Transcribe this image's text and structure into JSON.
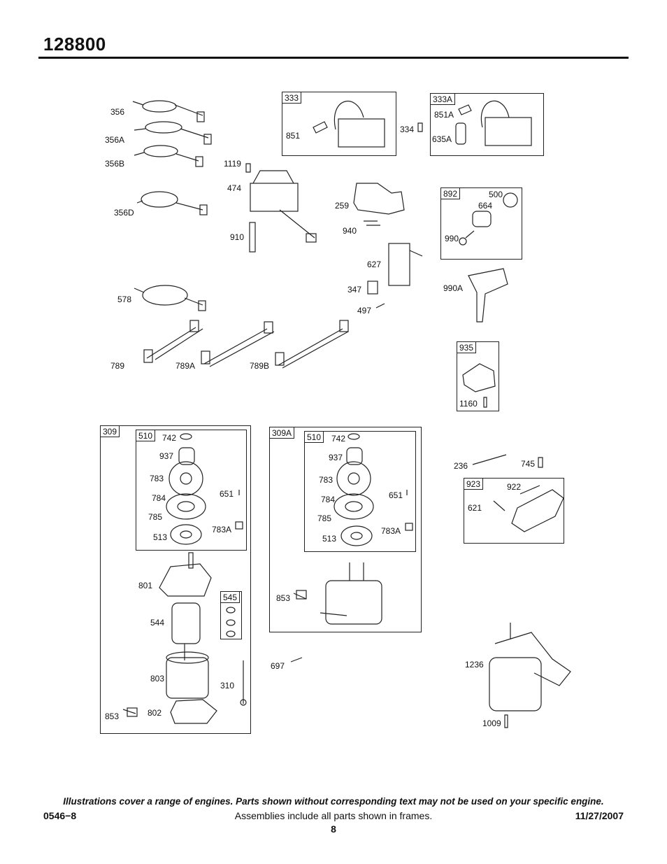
{
  "header": {
    "title": "128800"
  },
  "frames": [
    {
      "id": "f333",
      "label": "333"
    },
    {
      "id": "f333A",
      "label": "333A"
    },
    {
      "id": "f892",
      "label": "892"
    },
    {
      "id": "f935",
      "label": "935"
    },
    {
      "id": "f309",
      "label": "309"
    },
    {
      "id": "f510a",
      "label": "510"
    },
    {
      "id": "f545",
      "label": "545"
    },
    {
      "id": "f309A",
      "label": "309A"
    },
    {
      "id": "f510b",
      "label": "510"
    },
    {
      "id": "f923",
      "label": "923"
    }
  ],
  "parts": [
    "356",
    "356A",
    "356B",
    "1119",
    "474",
    "356D",
    "910",
    "578",
    "789",
    "789A",
    "789B",
    "851",
    "334",
    "851A",
    "635A",
    "259",
    "940",
    "627",
    "347",
    "497",
    "500",
    "664",
    "990",
    "990A",
    "1160",
    "742",
    "937",
    "783",
    "784",
    "651",
    "785",
    "783A",
    "513",
    "801",
    "544",
    "803",
    "310",
    "853",
    "802",
    "742",
    "937",
    "783",
    "784",
    "651",
    "785",
    "783A",
    "513",
    "853",
    "697",
    "236",
    "745",
    "922",
    "621",
    "1236",
    "1009"
  ],
  "footer": {
    "disclaimer": "Illustrations cover a range of engines. Parts shown without corresponding text may not be used on your specific engine.",
    "code": "0546−8",
    "center_note": "Assemblies include all parts shown in frames.",
    "date": "11/27/2007",
    "page": "8"
  }
}
